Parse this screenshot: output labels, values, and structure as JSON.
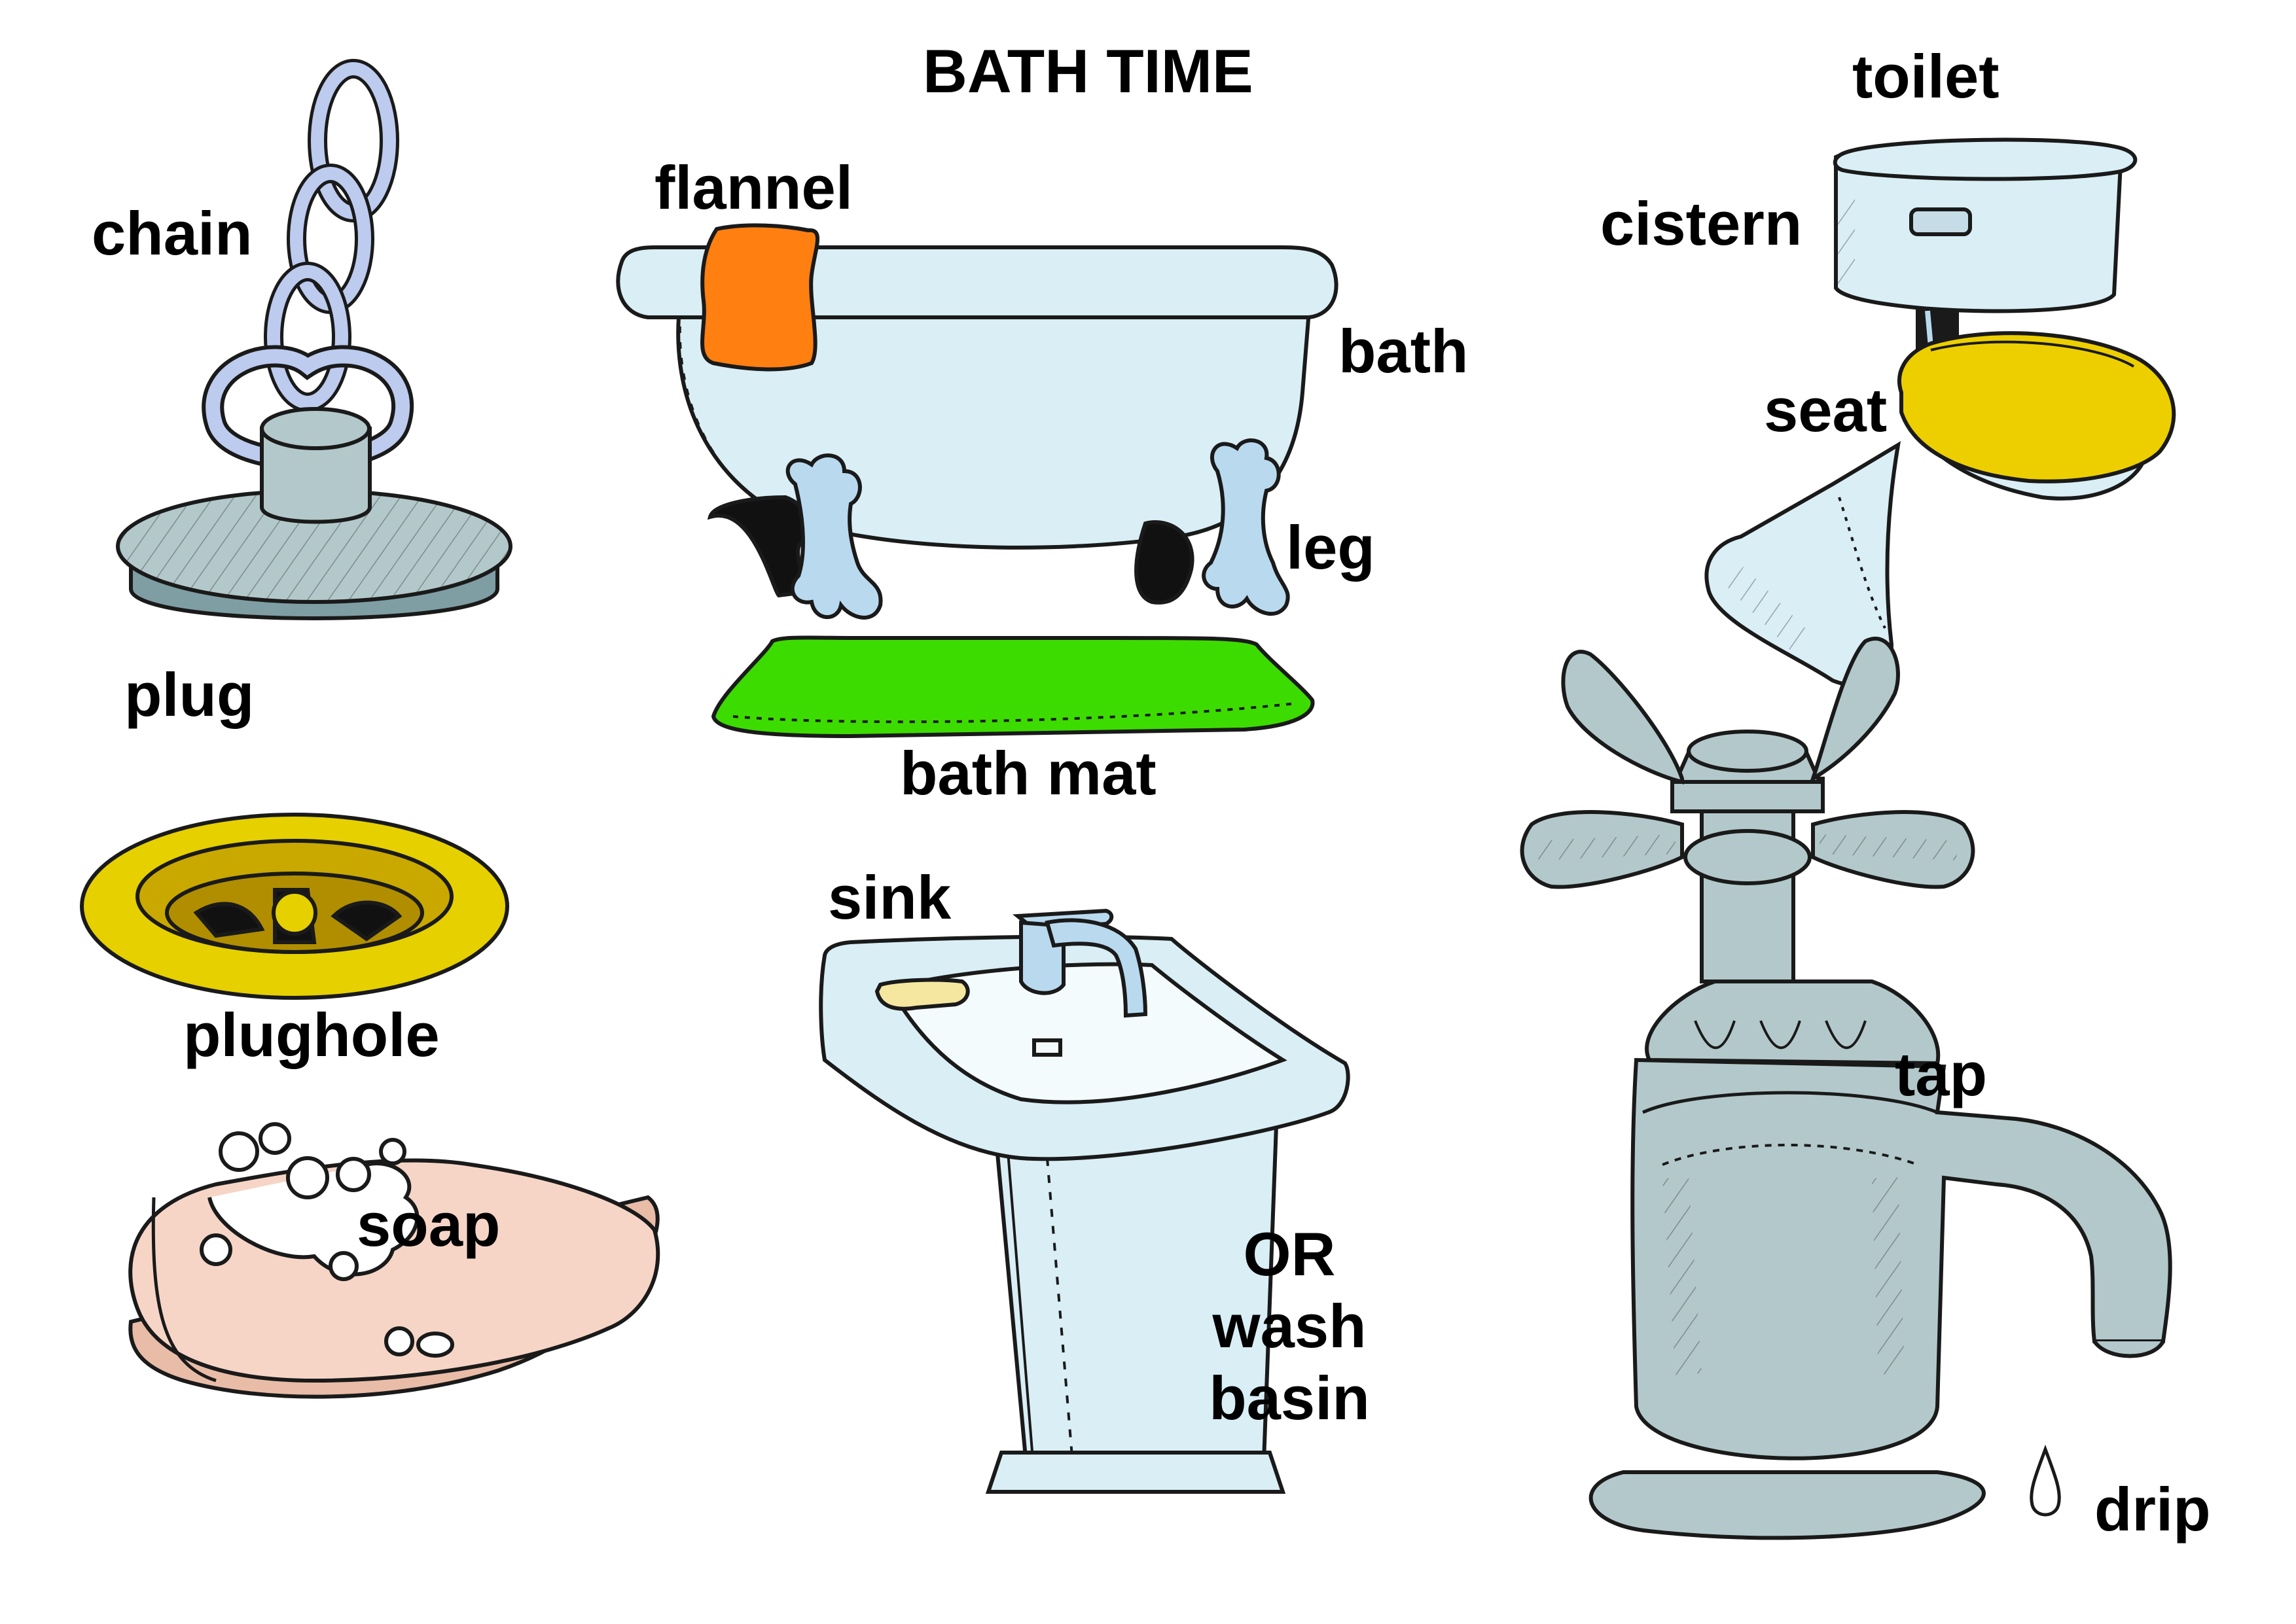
{
  "title": "BATH TIME",
  "labels": {
    "chain": "chain",
    "plug": "plug",
    "plughole": "plughole",
    "soap": "soap",
    "flannel": "flannel",
    "bath": "bath",
    "leg": "leg",
    "bath_mat": "bath mat",
    "sink": "sink",
    "or": "OR",
    "wash": "wash",
    "basin": "basin",
    "toilet": "toilet",
    "cistern": "cistern",
    "seat": "seat",
    "tap": "tap",
    "drip": "drip"
  },
  "colors": {
    "outline": "#1a1a1a",
    "metal_grey": "#b3c8ca",
    "metal_dark": "#7e9ea3",
    "chain_blue": "#bccbee",
    "porcelain": "#d9eef5",
    "flannel": "#ff7f10",
    "bath_mat": "#3ddc00",
    "toilet_seat": "#edcf00",
    "plughole_gold": "#e6d000",
    "soap": "#f6d5c7",
    "soap_bar": "#f6e7a0",
    "bath_feet": "#111111"
  },
  "icons": [
    "plug-chain-icon",
    "plug-icon",
    "plughole-icon",
    "soap-icon",
    "bath-icon",
    "bath-mat-icon",
    "sink-icon",
    "toilet-icon",
    "tap-icon",
    "drip-icon"
  ]
}
